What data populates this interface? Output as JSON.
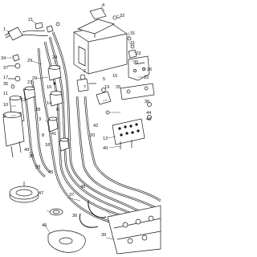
{
  "diagram": {
    "labels": [
      "4",
      "32",
      "31",
      "21",
      "1",
      "31",
      "24",
      "23",
      "29",
      "30",
      "34",
      "26",
      "22",
      "37",
      "29",
      "17",
      "35",
      "2",
      "11",
      "13",
      "16",
      "27",
      "10",
      "9",
      "5",
      "15",
      "28",
      "19",
      "7",
      "25",
      "14",
      "3",
      "41",
      "6",
      "42",
      "8",
      "20",
      "36",
      "44",
      "43",
      "12",
      "40",
      "18",
      "38",
      "49",
      "45",
      "33",
      "47",
      "48",
      "30",
      "37",
      "39",
      "46"
    ]
  }
}
